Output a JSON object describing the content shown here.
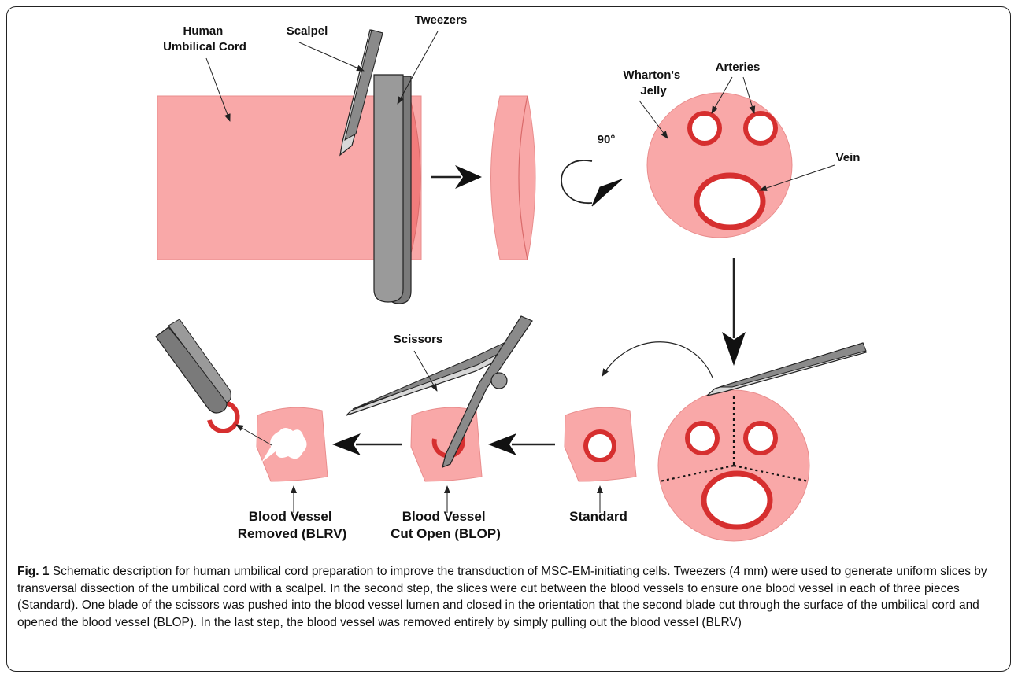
{
  "diagram": {
    "labels": {
      "cord": [
        "Human",
        "Umbilical Cord"
      ],
      "scalpel": "Scalpel",
      "tweezers": "Tweezers",
      "rotation": "90°",
      "jelly": [
        "Wharton's",
        "Jelly"
      ],
      "arteries": "Arteries",
      "vein": "Vein",
      "scissors": "Scissors",
      "standard": "Standard",
      "blop": [
        "Blood Vessel",
        "Cut Open (BLOP)"
      ],
      "blrv": [
        "Blood Vessel",
        "Removed (BLRV)"
      ]
    },
    "colors": {
      "tissue": "#f9a8a8",
      "tissue_dark": "#f27c7c",
      "vessel": "#d62f2f",
      "tool": "#8a8a8a",
      "tool_light": "#d8d8d8",
      "outline": "#222222"
    }
  },
  "caption": {
    "fig_label": "Fig. 1",
    "text": "Schematic description for human umbilical cord preparation to improve the transduction of MSC-EM-initiating cells. Tweezers (4 mm) were used to generate uniform slices by transversal dissection of the umbilical cord with a scalpel. In the second step, the slices were cut between the blood vessels to ensure one blood vessel in each of three pieces (Standard). One blade of the scissors was pushed into the blood vessel lumen and closed in the orientation that the second blade cut through the surface of the umbilical cord and opened the blood vessel (BLOP). In the last step, the blood vessel was removed entirely by simply pulling out the blood vessel (BLRV)"
  }
}
